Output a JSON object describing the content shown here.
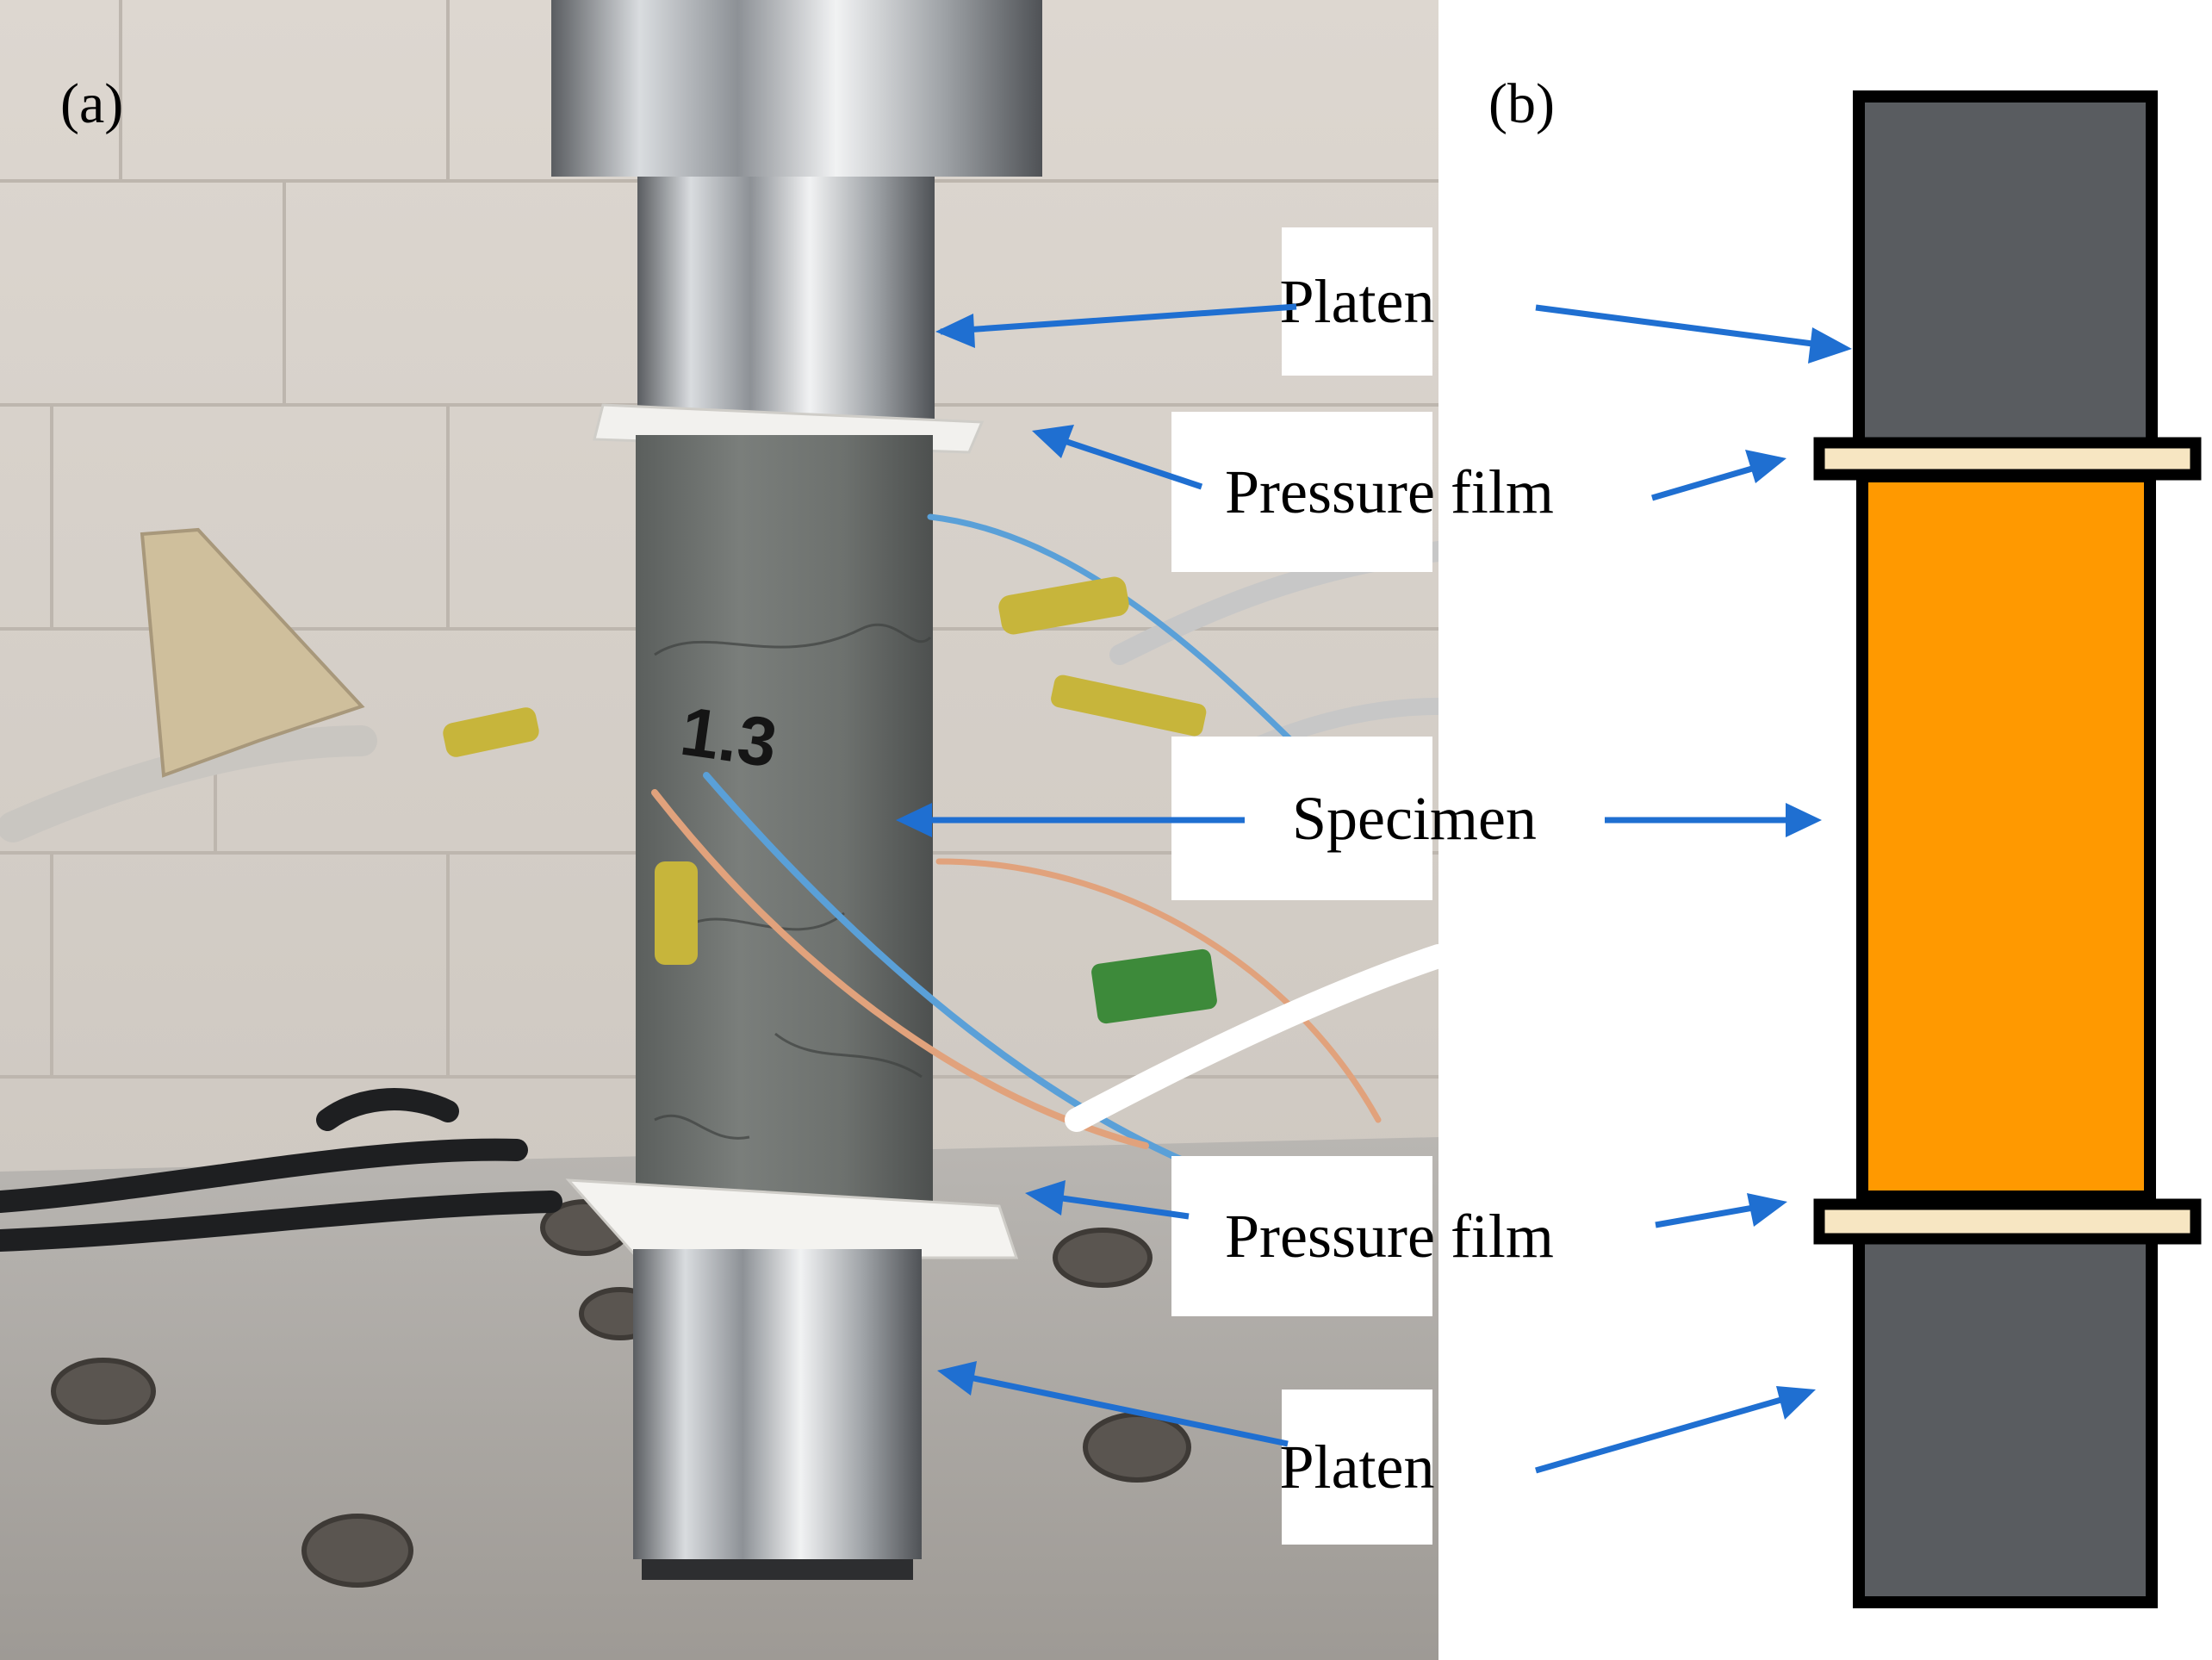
{
  "panels": [
    {
      "id": "a",
      "label": "(a)"
    },
    {
      "id": "b",
      "label": "(b)"
    }
  ],
  "labels": {
    "platen_top": "Platen",
    "film_top": "Pressure film",
    "specimen": "Specimen",
    "film_bottom": "Pressure film",
    "platen_bottom": "Platen"
  },
  "colors": {
    "arrow": "#1f6fd1",
    "platen": "#595c60",
    "film": "#f7e6c2",
    "specimen": "#ff9900",
    "outline": "#000000"
  }
}
